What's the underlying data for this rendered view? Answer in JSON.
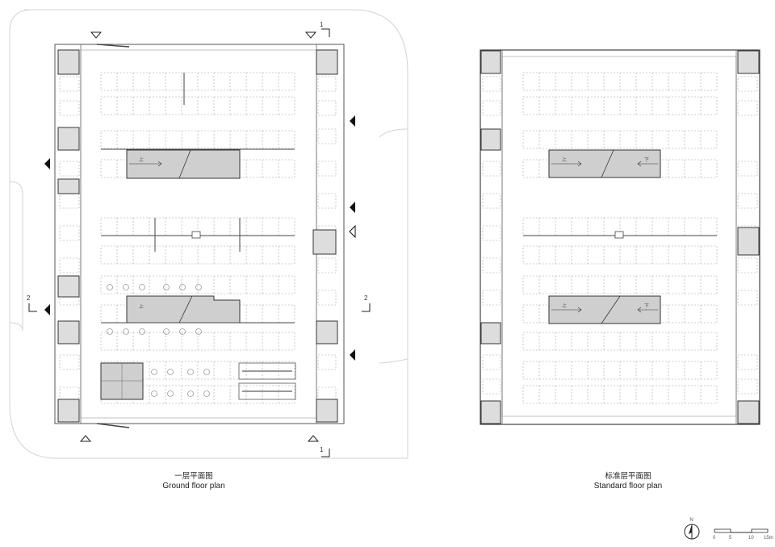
{
  "ground_floor": {
    "title_cn": "一层平面图",
    "title_en": "Ground floor plan",
    "section_marks": [
      "1",
      "1",
      "2",
      "2"
    ],
    "ramp_labels": [
      "上",
      "上"
    ]
  },
  "standard_floor": {
    "title_cn": "标准层平面图",
    "title_en": "Standard floor plan",
    "ramp_labels": [
      "上",
      "下",
      "上",
      "下"
    ]
  },
  "north_arrow": {
    "label": "N"
  },
  "scale_bar": {
    "ticks": [
      "0",
      "5",
      "10",
      "15m"
    ]
  },
  "colors": {
    "line": "#444444",
    "fill_gray": "#cfcfcf",
    "dash": "#9a9a9a",
    "site": "#d0d0d0"
  }
}
